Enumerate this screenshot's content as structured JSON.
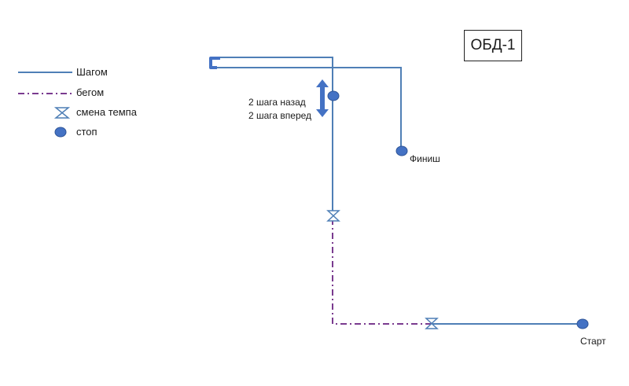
{
  "title": "ОБД-1",
  "legend": {
    "walk": "Шагом",
    "run": "бегом",
    "pace_change": "смена темпа",
    "stop": "стоп"
  },
  "labels": {
    "steps_back": "2 шага назад",
    "steps_forward": "2 шага вперед",
    "finish": "Финиш",
    "start": "Старт"
  },
  "colors": {
    "walk_line": "#4f7fb6",
    "run_line": "#7a3b8f",
    "marker_fill": "#4472c4",
    "marker_stroke": "#2f5597"
  }
}
